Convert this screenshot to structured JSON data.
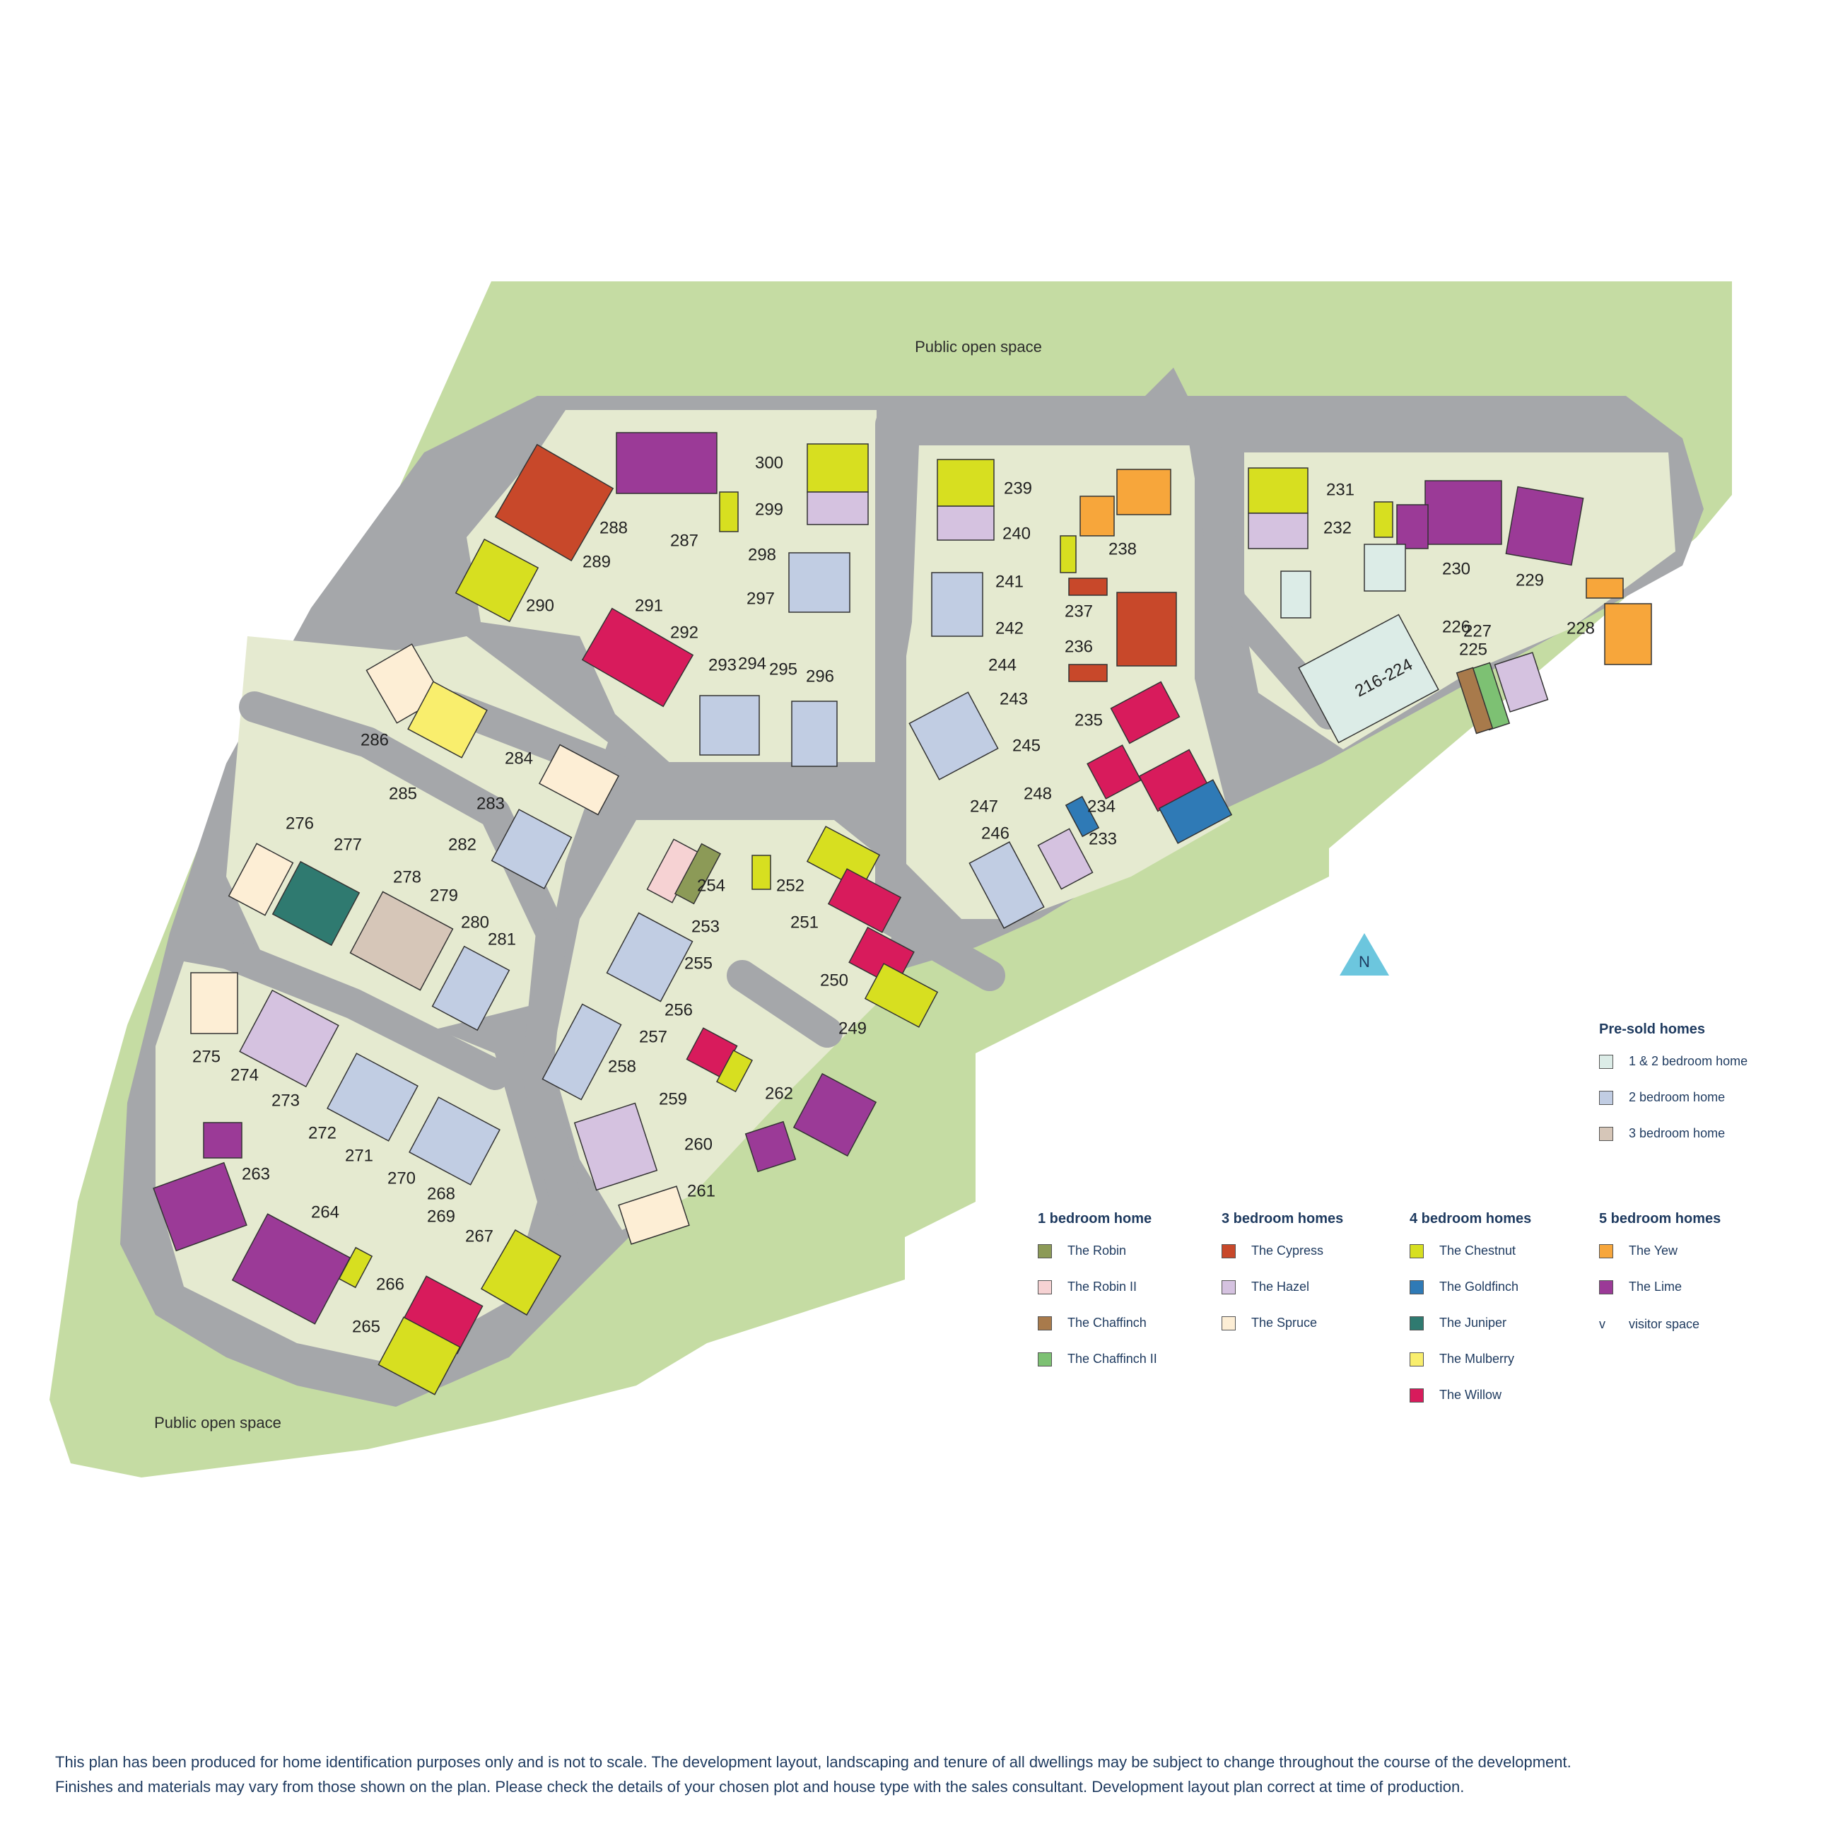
{
  "map": {
    "open_space_top_label": "Public open space",
    "open_space_bottom_label": "Public open space",
    "north_label": "N",
    "colors": {
      "open_space": "#c5dca3",
      "road": "#a5a7aa",
      "garden": "#e5ead0",
      "parking": "#c6c8ca"
    },
    "plots": [
      {
        "n": "300"
      },
      {
        "n": "299"
      },
      {
        "n": "298"
      },
      {
        "n": "297"
      },
      {
        "n": "296"
      },
      {
        "n": "295"
      },
      {
        "n": "294"
      },
      {
        "n": "293"
      },
      {
        "n": "292"
      },
      {
        "n": "291"
      },
      {
        "n": "290"
      },
      {
        "n": "289"
      },
      {
        "n": "288"
      },
      {
        "n": "287"
      },
      {
        "n": "286"
      },
      {
        "n": "285"
      },
      {
        "n": "284"
      },
      {
        "n": "283"
      },
      {
        "n": "282"
      },
      {
        "n": "281"
      },
      {
        "n": "280"
      },
      {
        "n": "279"
      },
      {
        "n": "278"
      },
      {
        "n": "277"
      },
      {
        "n": "276"
      },
      {
        "n": "275"
      },
      {
        "n": "274"
      },
      {
        "n": "273"
      },
      {
        "n": "272"
      },
      {
        "n": "271"
      },
      {
        "n": "270"
      },
      {
        "n": "269"
      },
      {
        "n": "268"
      },
      {
        "n": "267"
      },
      {
        "n": "266"
      },
      {
        "n": "265"
      },
      {
        "n": "264"
      },
      {
        "n": "263"
      },
      {
        "n": "262"
      },
      {
        "n": "261"
      },
      {
        "n": "260"
      },
      {
        "n": "259"
      },
      {
        "n": "258"
      },
      {
        "n": "257"
      },
      {
        "n": "256"
      },
      {
        "n": "255"
      },
      {
        "n": "254"
      },
      {
        "n": "253"
      },
      {
        "n": "252"
      },
      {
        "n": "251"
      },
      {
        "n": "250"
      },
      {
        "n": "249"
      },
      {
        "n": "248"
      },
      {
        "n": "247"
      },
      {
        "n": "246"
      },
      {
        "n": "245"
      },
      {
        "n": "244"
      },
      {
        "n": "243"
      },
      {
        "n": "242"
      },
      {
        "n": "241"
      },
      {
        "n": "240"
      },
      {
        "n": "239"
      },
      {
        "n": "238"
      },
      {
        "n": "237"
      },
      {
        "n": "236"
      },
      {
        "n": "235"
      },
      {
        "n": "234"
      },
      {
        "n": "233"
      },
      {
        "n": "232"
      },
      {
        "n": "231"
      },
      {
        "n": "230"
      },
      {
        "n": "229"
      },
      {
        "n": "228"
      },
      {
        "n": "227"
      },
      {
        "n": "226"
      },
      {
        "n": "225"
      },
      {
        "n": "216-224"
      }
    ],
    "homes": [
      {
        "type": "The Lime",
        "color": "#9b3a97"
      },
      {
        "type": "The Chestnut",
        "color": "#d7df20"
      },
      {
        "type": "The Hazel",
        "color": "#d5c2e0"
      },
      {
        "type": "2 bedroom home",
        "color": "#c1cde3"
      },
      {
        "type": "The Cypress",
        "color": "#c8482a"
      },
      {
        "type": "The Willow",
        "color": "#d81b5c"
      },
      {
        "type": "The Yew",
        "color": "#f7a63b"
      },
      {
        "type": "The Spruce",
        "color": "#fdeed5"
      },
      {
        "type": "The Mulberry",
        "color": "#f9ee6d"
      },
      {
        "type": "The Juniper",
        "color": "#2f7a70"
      },
      {
        "type": "3 bedroom home",
        "color": "#d6c6b8"
      },
      {
        "type": "The Goldfinch",
        "color": "#2f7ab6"
      },
      {
        "type": "The Robin",
        "color": "#8c9a57"
      },
      {
        "type": "The Robin II",
        "color": "#f6d2d3"
      },
      {
        "type": "The Chaffinch",
        "color": "#a87a4b"
      },
      {
        "type": "The Chaffinch II",
        "color": "#7dc173"
      },
      {
        "type": "1 & 2 bedroom home",
        "color": "#dcece7"
      }
    ]
  },
  "legend": {
    "presold": {
      "title": "Pre-sold homes",
      "items": [
        {
          "label": "1 & 2 bedroom home",
          "color": "#dcece7"
        },
        {
          "label": "2 bedroom home",
          "color": "#c1cde3"
        },
        {
          "label": "3 bedroom home",
          "color": "#d6c6b8"
        }
      ]
    },
    "one_bed": {
      "title": "1 bedroom home",
      "items": [
        {
          "label": "The Robin",
          "color": "#8c9a57"
        },
        {
          "label": "The Robin II",
          "color": "#f6d2d3"
        },
        {
          "label": "The Chaffinch",
          "color": "#a87a4b"
        },
        {
          "label": "The Chaffinch II",
          "color": "#7dc173"
        }
      ]
    },
    "three_bed": {
      "title": "3 bedroom homes",
      "items": [
        {
          "label": "The Cypress",
          "color": "#c8482a"
        },
        {
          "label": "The Hazel",
          "color": "#d5c2e0"
        },
        {
          "label": "The Spruce",
          "color": "#fdeed5"
        }
      ]
    },
    "four_bed": {
      "title": "4 bedroom homes",
      "items": [
        {
          "label": "The Chestnut",
          "color": "#d7df20"
        },
        {
          "label": "The Goldfinch",
          "color": "#2f7ab6"
        },
        {
          "label": "The Juniper",
          "color": "#2f7a70"
        },
        {
          "label": "The Mulberry",
          "color": "#f9ee6d"
        },
        {
          "label": "The Willow",
          "color": "#d81b5c"
        }
      ]
    },
    "five_bed": {
      "title": "5 bedroom homes",
      "items": [
        {
          "label": "The Yew",
          "color": "#f7a63b"
        },
        {
          "label": "The Lime",
          "color": "#9b3a97"
        }
      ]
    },
    "visitor": {
      "symbol": "v",
      "label": "visitor space"
    }
  },
  "disclaimer": {
    "line1": "This plan has been produced for home identification purposes only and is not to scale. The development layout, landscaping and tenure of all dwellings may be subject to change throughout the course of the development.",
    "line2": "Finishes and materials may vary from those shown on the plan. Please check the details of your chosen plot and house type with the sales consultant. Development layout plan correct at time of production."
  }
}
